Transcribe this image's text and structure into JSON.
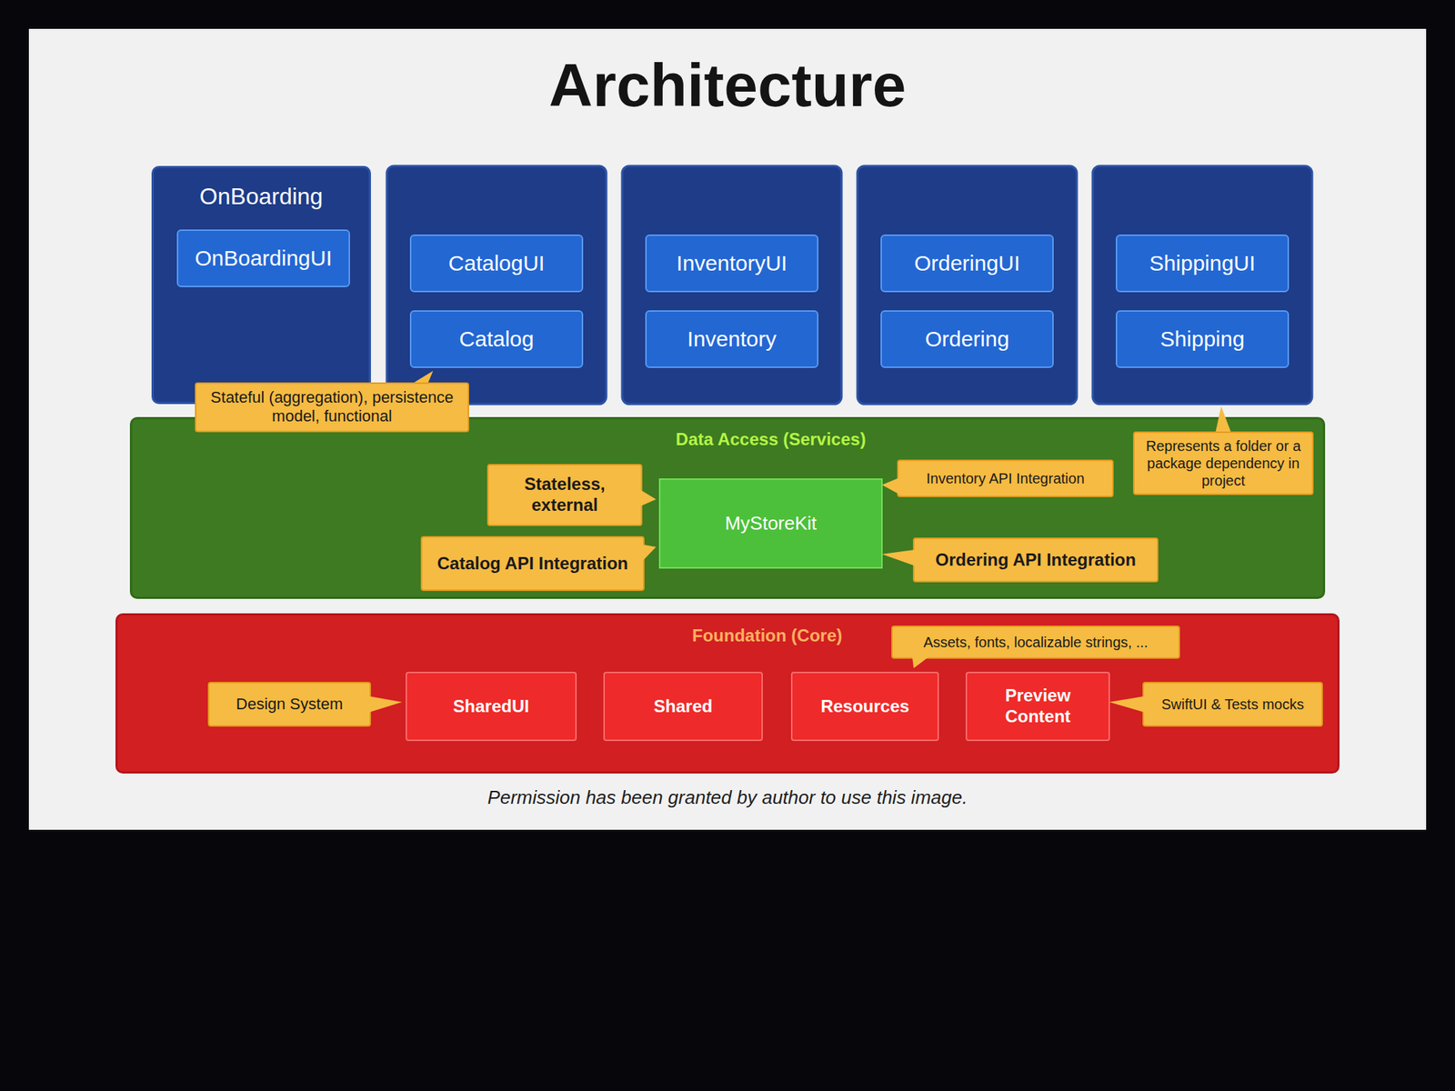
{
  "diagram": {
    "title": "Architecture",
    "caption": "Permission has been granted by author to use this image.",
    "nodes": [
      {
        "text": [
          "OnBoarding"
        ]
      },
      {
        "text": [
          "OnBoardingUI"
        ],
        "in": 0
      },
      {
        "text": [
          "CatalogUI"
        ]
      },
      {
        "text": [
          "Catalog"
        ]
      },
      {
        "text": [
          "InventoryUI"
        ]
      },
      {
        "text": [
          "Inventory"
        ]
      },
      {
        "text": [
          "OrderingUI"
        ]
      },
      {
        "text": [
          "Ordering"
        ]
      },
      {
        "text": [
          "ShippingUI"
        ]
      },
      {
        "text": [
          "Shipping"
        ]
      },
      {
        "text": [
          "Stateful (aggregation), persistence model, functional"
        ]
      },
      {
        "text": [
          "Represents a folder or a package dependency in project"
        ]
      },
      {
        "text": [
          "Data Access (Services)"
        ]
      },
      {
        "text": [
          "Stateless, external"
        ],
        "in": 12
      },
      {
        "text": [
          "Inventory API Integration"
        ],
        "in": 12
      },
      {
        "text": [
          "MyStoreKit"
        ],
        "in": 12
      },
      {
        "text": [
          "Catalog API Integration"
        ],
        "in": 12
      },
      {
        "text": [
          "Ordering API Integration"
        ],
        "in": 12
      },
      {
        "text": [
          "Foundation (Core)"
        ]
      },
      {
        "text": [
          "Assets, fonts, localizable strings, ..."
        ],
        "in": 18
      },
      {
        "text": [
          "Design System"
        ],
        "in": 18
      },
      {
        "text": [
          "SharedUI"
        ],
        "in": 18
      },
      {
        "text": [
          "Shared"
        ],
        "in": 18
      },
      {
        "text": [
          "Resources"
        ],
        "in": 18
      },
      {
        "text": [
          "Preview Content"
        ],
        "in": 18
      },
      {
        "text": [
          "SwiftUI & Tests mocks"
        ],
        "in": 18
      }
    ]
  }
}
